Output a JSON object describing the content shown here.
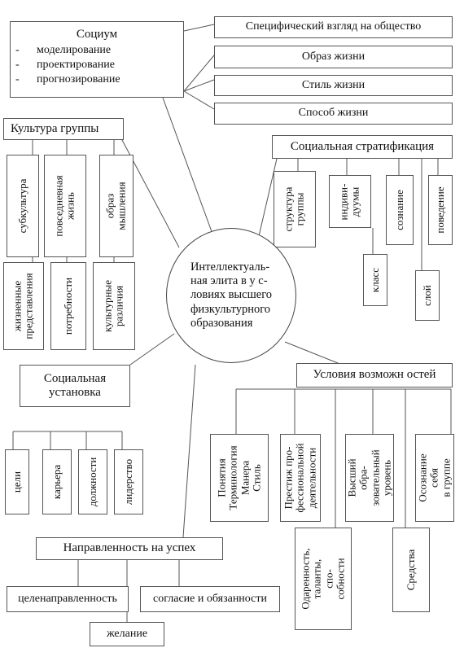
{
  "center": {
    "text": "Интеллектуаль-\nная элита в у    с-\nловиях высшего\nфизкультурного\nобразования"
  },
  "socium": {
    "title": "Социум",
    "items": [
      "моделирование",
      "проектирование",
      "прогнозирование"
    ],
    "bullet": "-"
  },
  "socium_aspects": [
    "Специфический взгляд на общество",
    "Образ жизни",
    "Стиль жизни",
    "Способ жизни"
  ],
  "group_culture": {
    "title": "Культура группы",
    "top": [
      "субкультура",
      "повседневная\nжизнь",
      "образ мышления"
    ],
    "bottom": [
      "жизненные\nпредставления",
      "потребности",
      "культурные\nразличия"
    ]
  },
  "stratification": {
    "title": "Социальная стратификация",
    "items": [
      "структура\nгруппы",
      "индиви-\nдуумы",
      "сознание",
      "поведение"
    ],
    "lower": [
      "класс",
      "слой"
    ]
  },
  "attitude": {
    "title": "Социальная\nустановка",
    "items": [
      "цели",
      "карьера",
      "должности",
      "лидерство"
    ]
  },
  "conditions": {
    "title": "Условия возможн остей",
    "items": [
      "Понятия\nТерминология\nМанера\nСтиль",
      "Престиж про-\nфессиональной\nдеятельности",
      "Высший обра-\nзовательный\nуровень",
      "Осознание себя\nв группе"
    ],
    "lower": [
      "Одаренность,\nталанты, спо-\nсобности",
      "Средства"
    ]
  },
  "success": {
    "title": "Направленность на успех",
    "items": [
      "целенаправленность",
      "согласие и обязанности",
      "желание"
    ]
  }
}
